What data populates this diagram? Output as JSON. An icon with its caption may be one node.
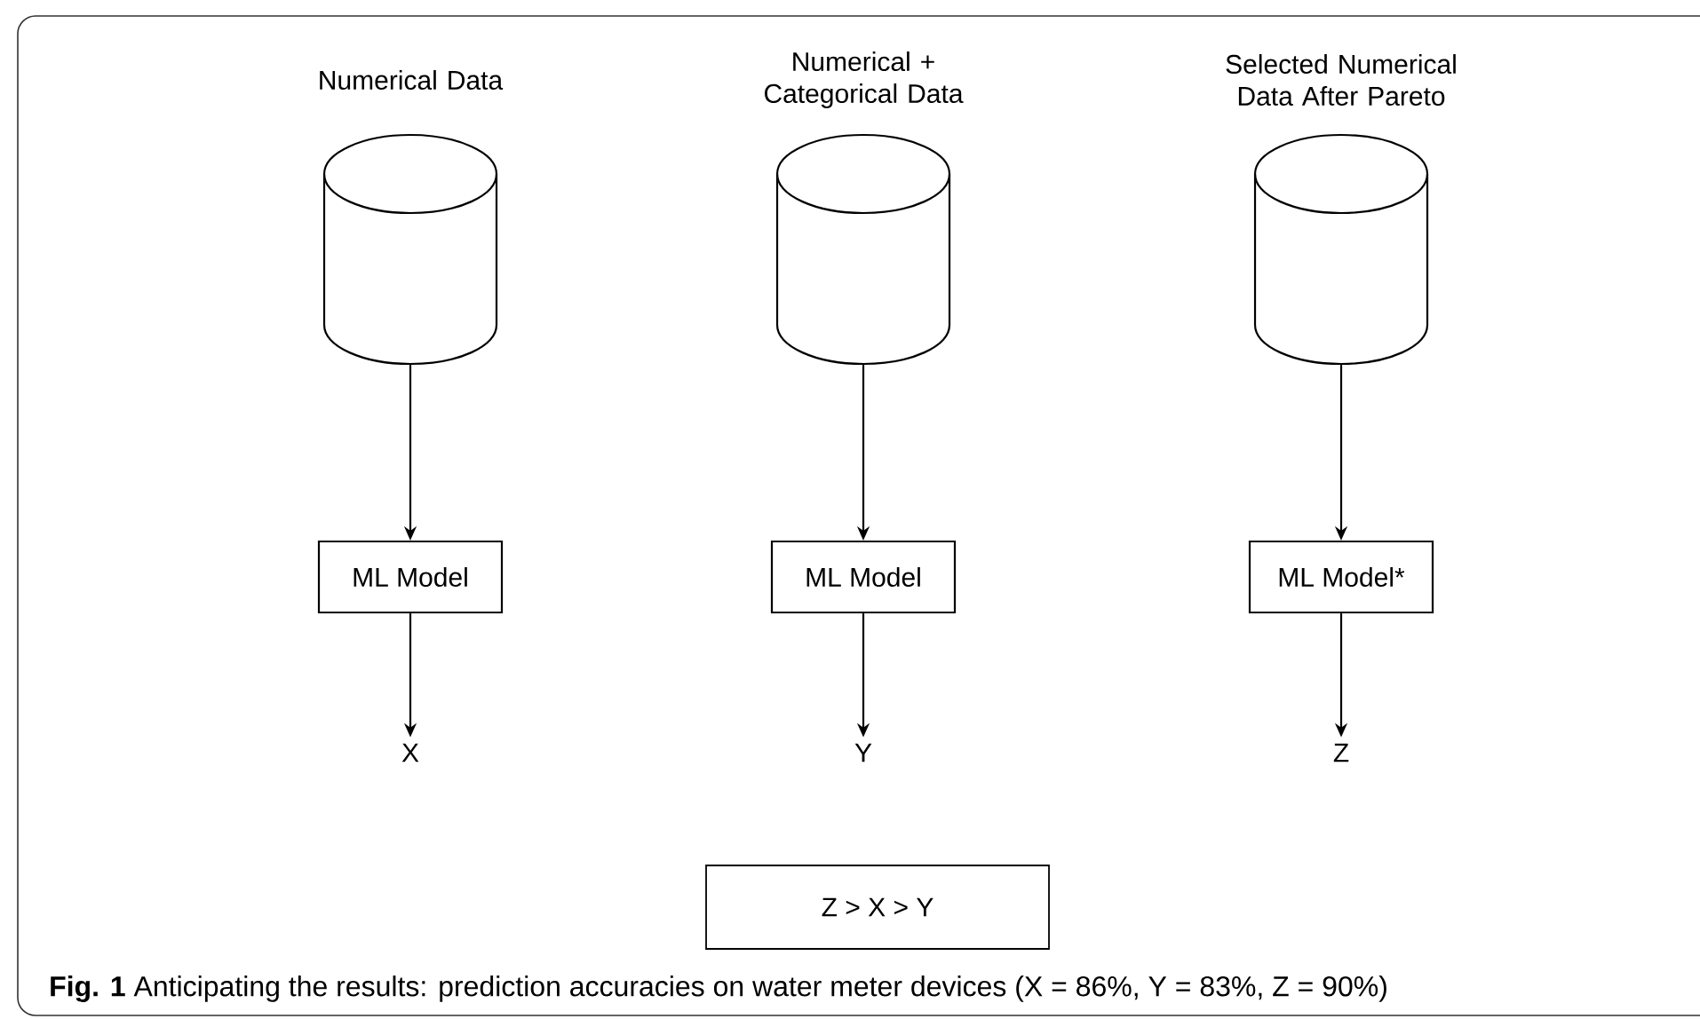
{
  "diagram": {
    "caption": "**Fig. 1** Anticipating the results: prediction accuracies on water meter devices (X = 86%, Y = 83%, Z = 90%)",
    "nodes": [
      {
        "text": [
          "Numerical Data"
        ]
      },
      {
        "text": [
          "Numerical + Categorical Data"
        ]
      },
      {
        "text": [
          "Selected Numerical Data After Pareto"
        ]
      },
      {
        "text": [
          "ML Model"
        ]
      },
      {
        "text": [
          "ML Model"
        ]
      },
      {
        "text": [
          "ML Model*"
        ]
      },
      {
        "text": [
          "X"
        ]
      },
      {
        "text": [
          "Y"
        ]
      },
      {
        "text": [
          "Z"
        ]
      },
      {
        "text": [
          "Z > X > Y"
        ]
      }
    ],
    "edges": [
      {
        "from": 0,
        "to": 3,
        "arrow": "to"
      },
      {
        "from": 3,
        "to": 6,
        "arrow": "to"
      },
      {
        "from": 1,
        "to": 4,
        "arrow": "to"
      },
      {
        "from": 4,
        "to": 7,
        "arrow": "to"
      },
      {
        "from": 2,
        "to": 5,
        "arrow": "to"
      },
      {
        "from": 5,
        "to": 8,
        "arrow": "to"
      }
    ]
  }
}
